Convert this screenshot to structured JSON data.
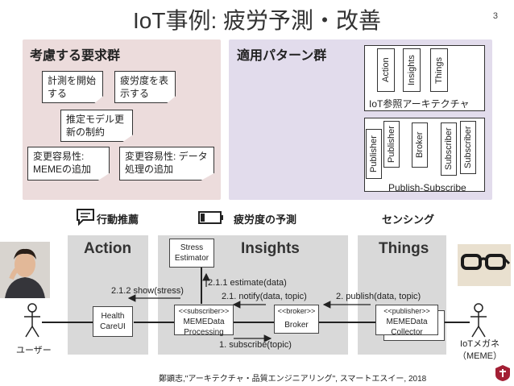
{
  "title": "IoT事例: 疲労予測・改善",
  "page_number": "3",
  "requirements": {
    "heading": "考慮する要求群",
    "notes": [
      "計測を開始する",
      "疲労度を表示する",
      "推定モデル更新の制約",
      "変更容易性: MEMEの追加",
      "変更容易性: データ処理の追加"
    ]
  },
  "patterns": {
    "heading": "適用パターン群",
    "arch_caption": "IoT参照アーキテクチャ",
    "arch_layers": [
      "Action",
      "Insights",
      "Things"
    ],
    "pubsub_caption": "Publish-Subscribe",
    "pubsub_labels": [
      "Publisher",
      "Publisher",
      "Broker",
      "Subscriber",
      "Subscriber"
    ]
  },
  "headers": {
    "action": "行動推薦",
    "insights": "疲労度の予測",
    "things": "センシング"
  },
  "layers": {
    "action": "Action",
    "insights": "Insights",
    "things": "Things"
  },
  "components": {
    "stress": "Stress Estimator",
    "health": "Health CareUI",
    "meme_proc_stereo": "<<subscriber>>",
    "meme_proc": "MEMEData Processing",
    "broker_stereo": "<<broker>>",
    "broker": "Broker",
    "collector_stereo": "<<publisher>>",
    "collector": "MEMEData Collector",
    "collector_back": "Collector"
  },
  "messages": {
    "m211": "2.1.1  estimate(data)",
    "m212": "2.1.2 show(stress)",
    "m21": "2.1. notify(data, topic)",
    "m2": "2. publish(data, topic)",
    "m1": "1. subscribe(topic)"
  },
  "actors": {
    "user": "ユーザー",
    "device": "IoTメガネ\n（MEME）"
  },
  "citation": "鄭顕志,\"アーキテクチャ・品質エンジニアリング\", スマートエスイー, 2018"
}
